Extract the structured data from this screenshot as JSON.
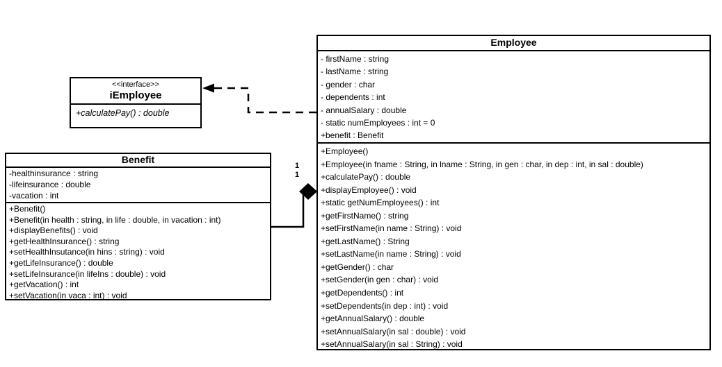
{
  "diagram": {
    "background_color": "#ffffff",
    "line_color": "#000000"
  },
  "classes": {
    "employee": {
      "name": "Employee",
      "attributes": [
        "- firstName : string",
        "- lastName : string",
        "- gender : char",
        "- dependents : int",
        "- annualSalary : double",
        "- static numEmployees : int = 0",
        "+benefit : Benefit"
      ],
      "methods": [
        "+Employee()",
        "+Employee(in fname : String, in lname : String, in gen : char, in dep : int, in sal : double)",
        "+calculatePay() : double",
        "+displayEmployee() : void",
        "+static getNumEmployees() : int",
        "+getFirstName() : string",
        "+setFirstName(in name : String) : void",
        "+getLastName() : String",
        "+setLastName(in name : String) : void",
        "+getGender() : char",
        "+setGender(in gen : char) : void",
        "+getDependents() : int",
        "+setDependents(in dep : int) : void",
        "+getAnnualSalary() : double",
        "+setAnnualSalary(in sal : double) : void",
        "+setAnnualSalary(in sal : String) : void"
      ]
    },
    "benefit": {
      "name": "Benefit",
      "attributes": [
        "-healthinsurance : string",
        "-lifeinsurance : double",
        "-vacation : int"
      ],
      "methods": [
        "+Benefit()",
        "+Benefit(in health : string, in life : double, in vacation : int)",
        "+displayBenefits() : void",
        "+getHealthInsurance() : string",
        "+setHealthInsutance(in hins : string) : void",
        "+getLifeInsurance() : double",
        "+setLifeInsurance(in lifeIns : double) : void",
        "+getVacation() : int",
        "+setVacation(in vaca : int) : void"
      ]
    },
    "iemployee": {
      "stereotype": "<<interface>>",
      "name": "iEmployee",
      "methods": [
        "+calculatePay() : double"
      ]
    }
  },
  "relationships": {
    "composition": {
      "multiplicities": [
        "1",
        "1"
      ]
    }
  }
}
